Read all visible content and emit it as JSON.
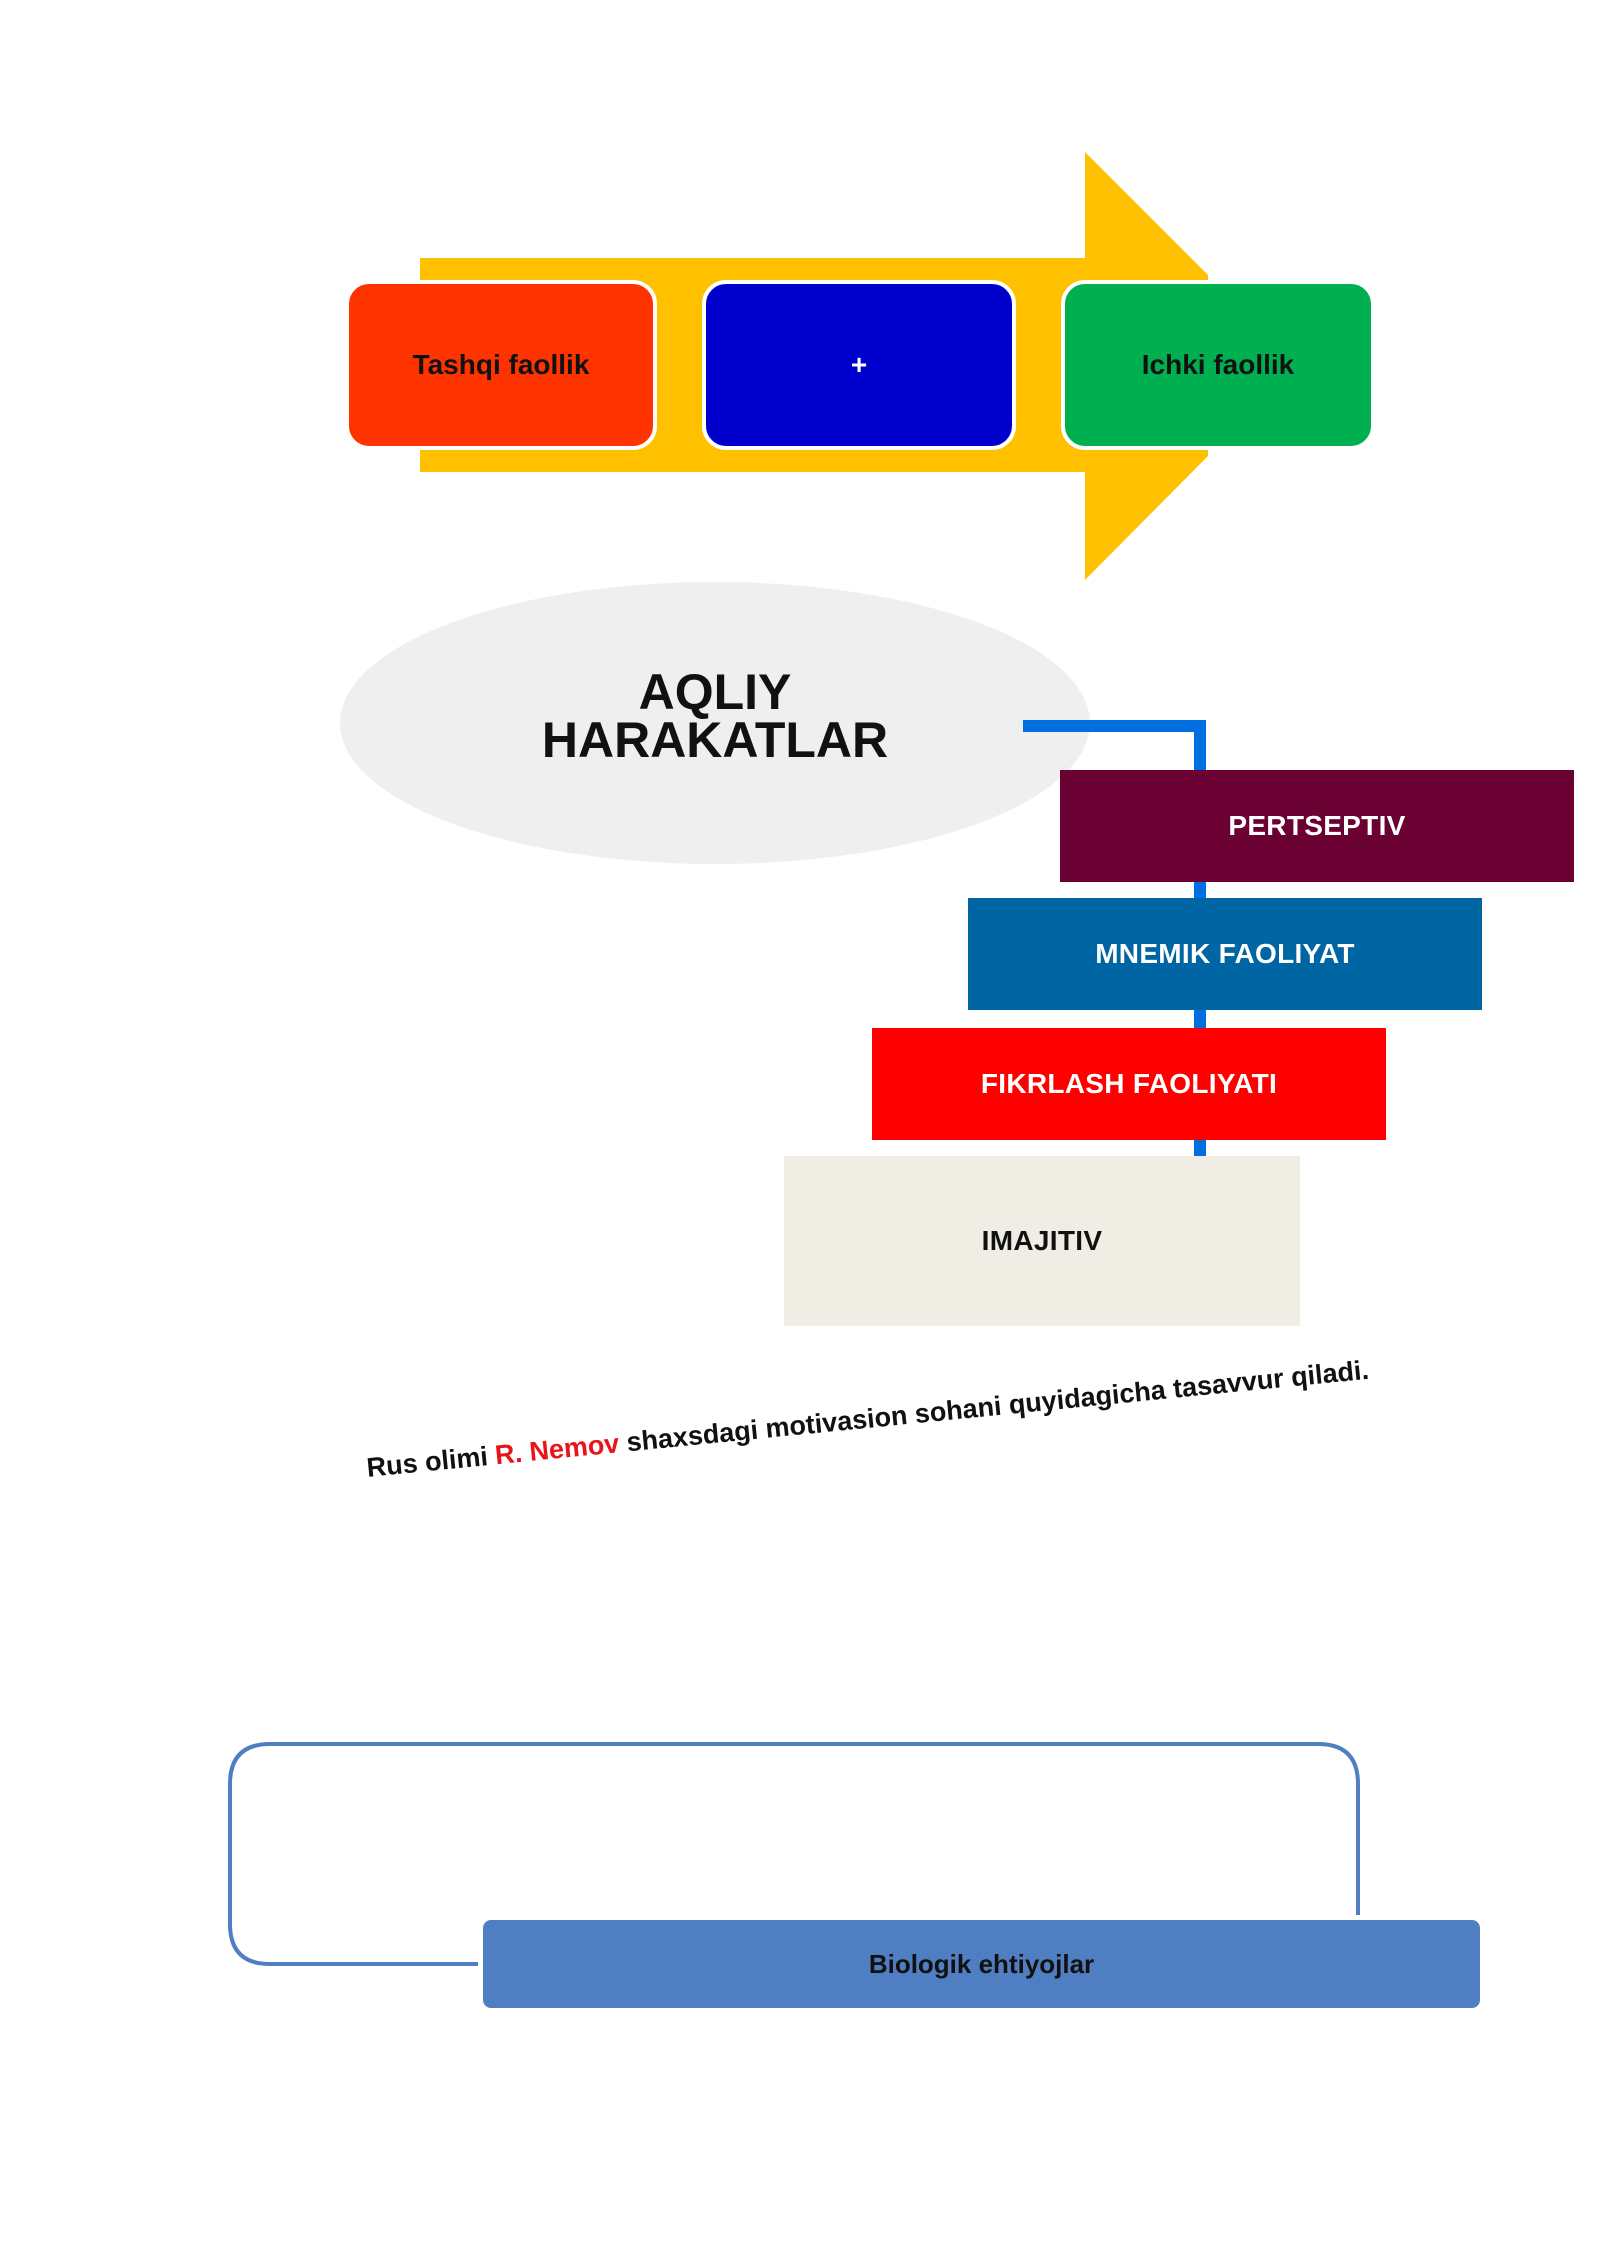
{
  "colors": {
    "arrow": "#ffc000",
    "box_left": "#ff3300",
    "box_middle": "#0000cc",
    "box_right": "#00b050",
    "ellipse": "#efefef",
    "connector": "#0070e0",
    "pertseptiv": "#6b0033",
    "mnemik": "#0066a3",
    "fikrlash": "#ff0000",
    "imajitiv": "#f0ede4",
    "accent_text": "#e8141a",
    "bracket": "#4f7fc2",
    "bio_box": "#4f7fc2"
  },
  "flow": {
    "boxes": [
      {
        "label": "Tashqi faollik"
      },
      {
        "label": "+"
      },
      {
        "label": "Ichki faollik"
      }
    ]
  },
  "mental_actions": {
    "title_line1": "AQLIY",
    "title_line2": "HARAKATLAR",
    "items": [
      {
        "label": "PERTSEPTIV"
      },
      {
        "label": "MNEMIK FAOLIYAT"
      },
      {
        "label": "FIKRLASH FAOLIYATI"
      },
      {
        "label": "IMAJITIV"
      }
    ]
  },
  "caption": {
    "before": "Rus olimi ",
    "name": "R. Nemov",
    "after": " shaxsdagi motivasion sohani quyidagicha tasavvur qiladi."
  },
  "motivation": {
    "box_label": "Biologik ehtiyojlar"
  }
}
